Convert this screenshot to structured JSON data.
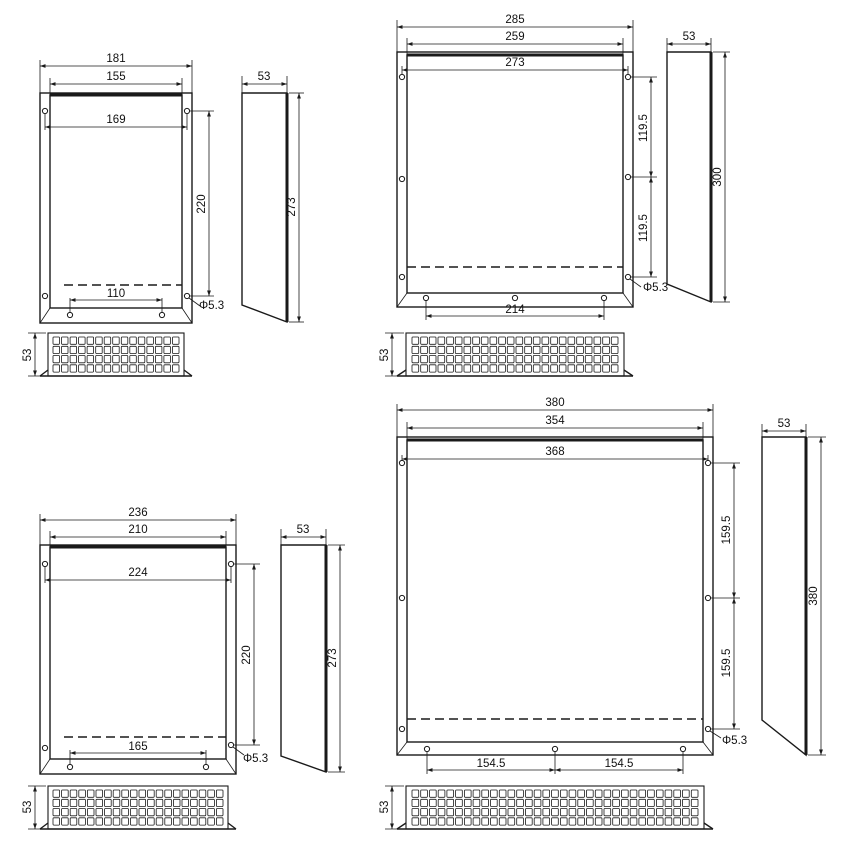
{
  "enclosures": [
    {
      "id": "small",
      "overall_width": "181",
      "inner_width": "155",
      "hole_spacing_x": "169",
      "hole_spacing_y": "220",
      "height": "273",
      "depth": "53",
      "bottom_hole_spacing": "110",
      "hole_diameter": "Φ5.3",
      "grille_depth": "53"
    },
    {
      "id": "medium-square",
      "overall_width": "285",
      "inner_width": "259",
      "hole_spacing_x": "273",
      "hole_spacing_y_upper": "119.5",
      "hole_spacing_y_lower": "119.5",
      "height": "300",
      "depth": "53",
      "bottom_hole_spacing": "214",
      "hole_diameter": "Φ5.3",
      "grille_depth": "53"
    },
    {
      "id": "medium",
      "overall_width": "236",
      "inner_width": "210",
      "hole_spacing_x": "224",
      "hole_spacing_y": "220",
      "height": "273",
      "depth": "53",
      "bottom_hole_spacing": "165",
      "hole_diameter": "Φ5.3",
      "grille_depth": "53"
    },
    {
      "id": "large",
      "overall_width": "380",
      "inner_width": "354",
      "hole_spacing_x": "368",
      "hole_spacing_y_upper": "159.5",
      "hole_spacing_y_lower": "159.5",
      "height": "380",
      "depth": "53",
      "bottom_hole_spacing_left": "154.5",
      "bottom_hole_spacing_right": "154.5",
      "hole_diameter": "Φ5.3",
      "grille_depth": "53"
    }
  ]
}
